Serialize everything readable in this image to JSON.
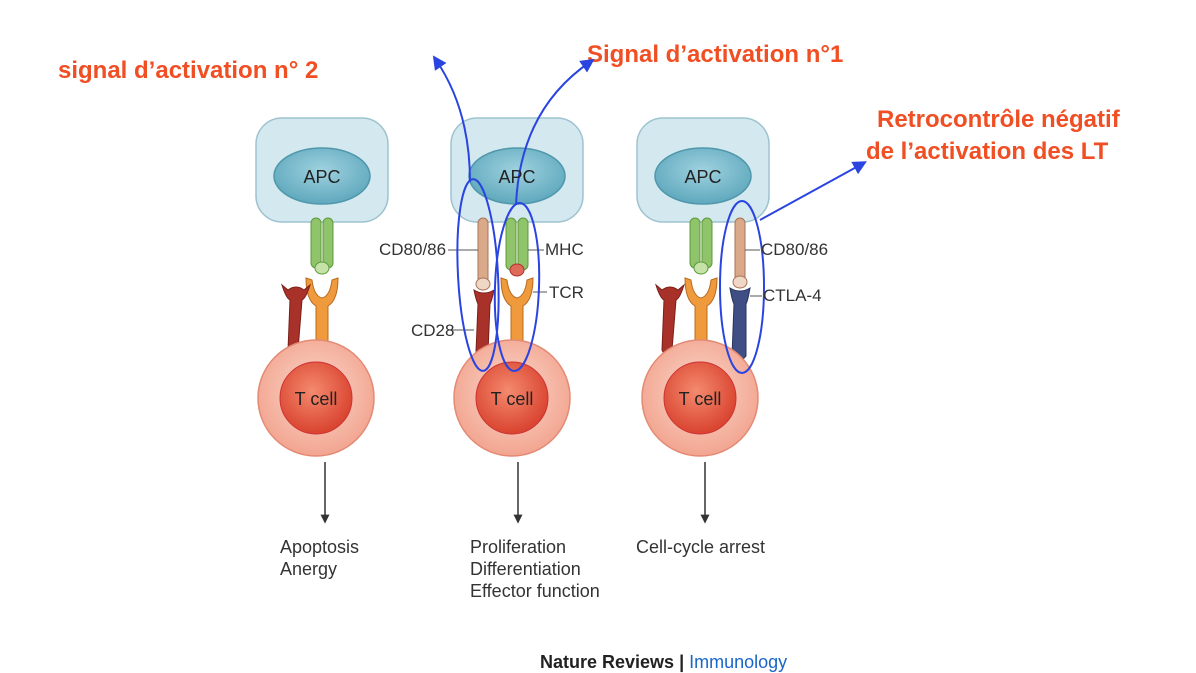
{
  "annotations": {
    "signal2": "signal d’activation n° 2",
    "signal1": "Signal d’activation n°1",
    "retro_line1": "Retrocontrôle négatif",
    "retro_line2": "de l’activation des LT"
  },
  "cells": {
    "apc": "APC",
    "tcell": "T cell"
  },
  "molecules": {
    "cd80_86_mid": "CD80/86",
    "mhc": "MHC",
    "tcr": "TCR",
    "cd28": "CD28",
    "cd80_86_right": "CD80/86",
    "ctla4": "CTLA-4"
  },
  "outcomes": {
    "left": [
      "Apoptosis",
      "Anergy"
    ],
    "middle": [
      "Proliferation",
      "Differentiation",
      "Effector function"
    ],
    "right": [
      "Cell-cycle arrest"
    ]
  },
  "source": {
    "journal": "Nature Reviews",
    "separator": " | ",
    "field": "Immunology"
  },
  "colors": {
    "annotation_red": "#f04e23",
    "annotation_blue": "#2a44e0",
    "apc_box": "#cfe6ee",
    "apc_nucleus": "#7fbfd0",
    "tcell_outer": "#f4b6a4",
    "tcell_nucleus": "#e85c45",
    "mhc_green": "#8fc46a",
    "tcr_orange": "#f09a3e",
    "cd28_red": "#a8322a",
    "ctla4_blue": "#3f4f86",
    "cd80_tan": "#d9a98a"
  }
}
